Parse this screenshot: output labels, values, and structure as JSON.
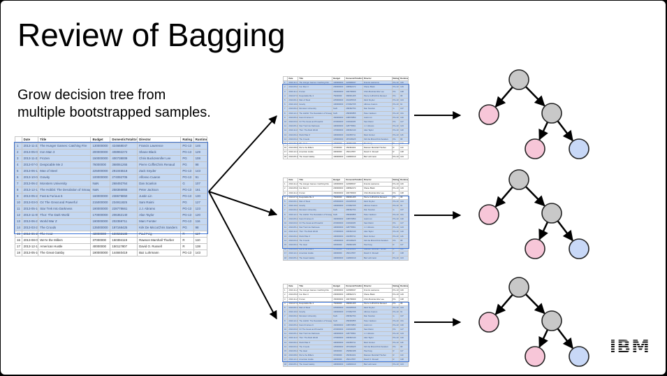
{
  "title": "Review of Bagging",
  "subtitle_lines": [
    "Grow decision tree from",
    "multiple bootstrapped samples."
  ],
  "logo_text": "IBM",
  "colors": {
    "tree_node_gray": "#c8c8c8",
    "leaf_pink": "#f7c6d8",
    "leaf_blue": "#c8d8f7",
    "selected_row": "#c5d8f2",
    "selection_border": "#3b73d6"
  },
  "table": {
    "headers": [
      "",
      "Date",
      "Title",
      "Budget",
      "DomesticTotalGross",
      "Director",
      "Rating",
      "Runtime"
    ],
    "rows": [
      [
        "1",
        "2013-11-22",
        "The Hunger Games: Catching Fire",
        "130000000",
        "424668047",
        "Francis Lawrence",
        "PG-13",
        "146"
      ],
      [
        "2",
        "2013-05-03",
        "Iron Man 3",
        "200000000",
        "408992272",
        "Shane Black",
        "PG-13",
        "129"
      ],
      [
        "3",
        "2013-11-22",
        "Frozen",
        "150000000",
        "400738009",
        "Chris BuckJennifer Lee",
        "PG",
        "108"
      ],
      [
        "4",
        "2013-07-03",
        "Despicable Me 2",
        "76000000",
        "368061265",
        "Pierre CoffinChris Renaud",
        "PG",
        "98"
      ],
      [
        "5",
        "2013-06-14",
        "Man of Steel",
        "225000000",
        "291045518",
        "Zack Snyder",
        "PG-13",
        "143"
      ],
      [
        "6",
        "2013-10-04",
        "Gravity",
        "100000000",
        "274092705",
        "Alfonso Cuaron",
        "PG-13",
        "91"
      ],
      [
        "7",
        "2013-06-21",
        "Monsters University",
        "NaN",
        "268492764",
        "Dan Scanlon",
        "G",
        "107"
      ],
      [
        "8",
        "2013-12-13",
        "The Hobbit: The Desolation of Smaug",
        "NaN",
        "258366855",
        "Peter Jackson",
        "PG-13",
        "161"
      ],
      [
        "9",
        "2013-05-24",
        "Fast & Furious 6",
        "160000000",
        "238679850",
        "Justin Lin",
        "PG-13",
        "130"
      ],
      [
        "10",
        "2013-03-08",
        "Oz The Great and Powerful",
        "215000000",
        "234911825",
        "Sam Raimi",
        "PG",
        "127"
      ],
      [
        "11",
        "2013-05-16",
        "Star Trek Into Darkness",
        "190000000",
        "228778661",
        "J.J. Abrams",
        "PG-13",
        "123"
      ],
      [
        "12",
        "2013-11-08",
        "Thor: The Dark World",
        "170000000",
        "206362140",
        "Alan Taylor",
        "PG-13",
        "120"
      ],
      [
        "13",
        "2013-06-21",
        "World War Z",
        "190000000",
        "202359711",
        "Marc Forster",
        "PG-13",
        "116"
      ],
      [
        "14",
        "2013-03-22",
        "The Croods",
        "135000000",
        "187168425",
        "Kirk De MiccoChris Sanders",
        "PG",
        "98"
      ],
      [
        "15",
        "2013-06-28",
        "The Heat",
        "43000000",
        "159582188",
        "Paul Feig",
        "R",
        "117"
      ],
      [
        "16",
        "2013-08-07",
        "We're the Millers",
        "37000000",
        "150394119",
        "Rawson Marshall Thurber",
        "R",
        "110"
      ],
      [
        "17",
        "2013-12-13",
        "American Hustle",
        "40000000",
        "150117807",
        "David O. Russell",
        "R",
        "138"
      ],
      [
        "18",
        "2013-05-10",
        "The Great Gatsby",
        "190000000",
        "144840419",
        "Baz Luhrmann",
        "PG-13",
        "143"
      ]
    ]
  }
}
